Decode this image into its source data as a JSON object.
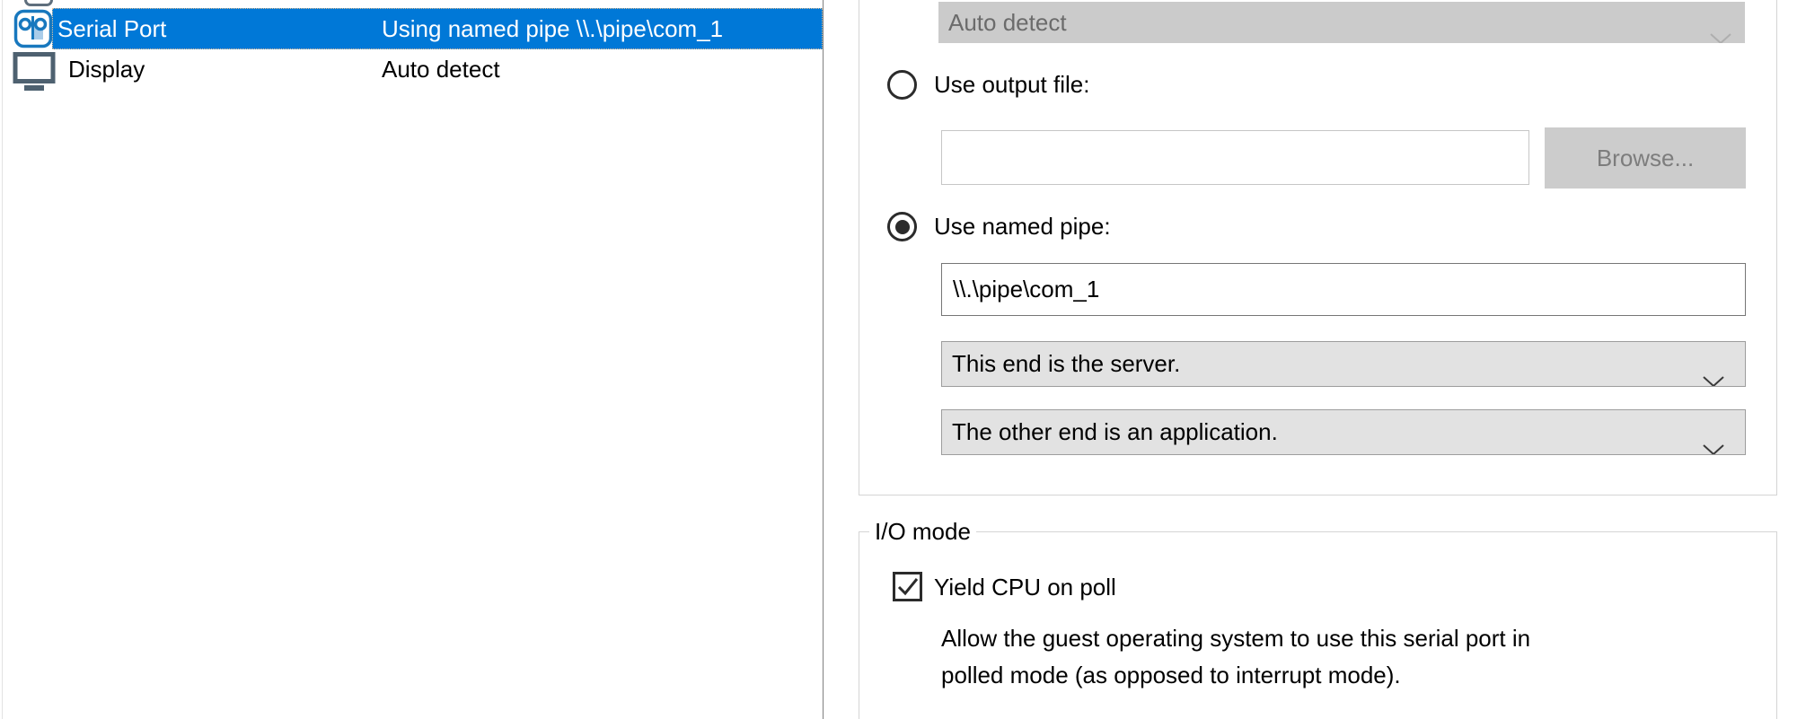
{
  "colors": {
    "selection_blue": "#0078d7",
    "serial_icon_blue": "#1878be",
    "serial_icon_fill": "#a9cce9",
    "display_icon_gray": "#4e6170",
    "disabled_gray": "#cccccc",
    "combo_gray": "#e2e2e2"
  },
  "icons": {
    "serial_port": "serial-port-icon",
    "display": "display-icon",
    "chevron": "chevron-down-icon",
    "checkmark": "checkmark-icon"
  },
  "device_list": {
    "rows": [
      {
        "name": "Serial Port",
        "summary": "Using named pipe \\\\.\\pipe\\com_1",
        "selected": true,
        "icon": "serial-port-icon"
      },
      {
        "name": "Display",
        "summary": "Auto detect",
        "selected": false,
        "icon": "display-icon"
      }
    ]
  },
  "connection_panel": {
    "device_dropdown": {
      "value": "Auto detect",
      "disabled": true
    },
    "output_file_radio": {
      "label": "Use output file:",
      "selected": false
    },
    "output_file_input": {
      "value": ""
    },
    "browse_button": {
      "label": "Browse...",
      "disabled": true
    },
    "named_pipe_radio": {
      "label": "Use named pipe:",
      "selected": true
    },
    "named_pipe_input": {
      "value": "\\\\.\\pipe\\com_1"
    },
    "pipe_end_dropdown": {
      "value": "This end is the server."
    },
    "pipe_other_end_dropdown": {
      "value": "The other end is an application."
    }
  },
  "io_mode_group": {
    "title": "I/O mode",
    "yield_checkbox": {
      "label": "Yield CPU on poll",
      "checked": true
    },
    "description": "Allow the guest operating system to use this serial port in\npolled mode (as opposed to interrupt mode)."
  }
}
